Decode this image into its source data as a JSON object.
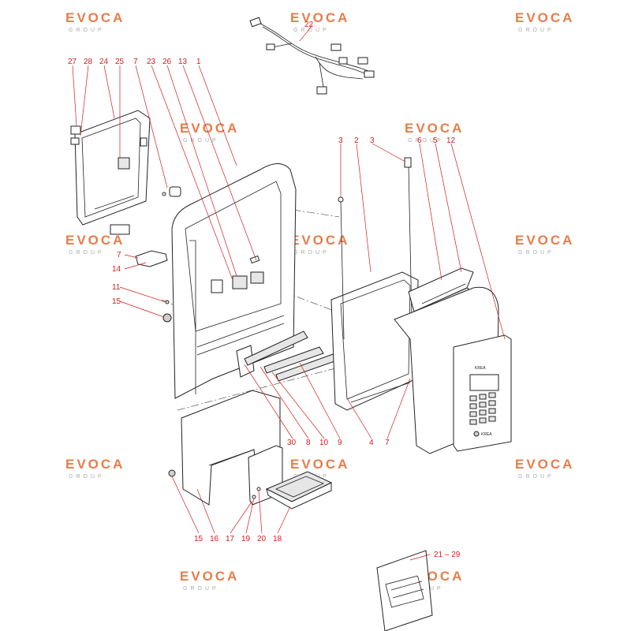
{
  "watermark": {
    "logo": "EVOCA",
    "sub": "GROUP"
  },
  "colors": {
    "watermark": "#e3672a",
    "callout": "#d0201c",
    "line": "#222222"
  },
  "panel_text": {
    "brand": "KREA",
    "logo": "KREA"
  },
  "callouts": [
    {
      "id": "c27",
      "text": "27"
    },
    {
      "id": "c28",
      "text": "28"
    },
    {
      "id": "c24",
      "text": "24"
    },
    {
      "id": "c25",
      "text": "25"
    },
    {
      "id": "c7a",
      "text": "7"
    },
    {
      "id": "c23",
      "text": "23"
    },
    {
      "id": "c26",
      "text": "26"
    },
    {
      "id": "c13",
      "text": "13"
    },
    {
      "id": "c1",
      "text": "1"
    },
    {
      "id": "c22",
      "text": "22"
    },
    {
      "id": "c3a",
      "text": "3"
    },
    {
      "id": "c2",
      "text": "2"
    },
    {
      "id": "c3b",
      "text": "3"
    },
    {
      "id": "c6",
      "text": "6"
    },
    {
      "id": "c5",
      "text": "5"
    },
    {
      "id": "c12",
      "text": "12"
    },
    {
      "id": "c7b",
      "text": "7"
    },
    {
      "id": "c14",
      "text": "14"
    },
    {
      "id": "c11",
      "text": "11"
    },
    {
      "id": "c15a",
      "text": "15"
    },
    {
      "id": "c30",
      "text": "30"
    },
    {
      "id": "c8",
      "text": "8"
    },
    {
      "id": "c10",
      "text": "10"
    },
    {
      "id": "c9",
      "text": "9"
    },
    {
      "id": "c4",
      "text": "4"
    },
    {
      "id": "c7c",
      "text": "7"
    },
    {
      "id": "c15b",
      "text": "15"
    },
    {
      "id": "c16",
      "text": "16"
    },
    {
      "id": "c17",
      "text": "17"
    },
    {
      "id": "c19",
      "text": "19"
    },
    {
      "id": "c20",
      "text": "20"
    },
    {
      "id": "c18",
      "text": "18"
    },
    {
      "id": "c21",
      "text": "21 – 29"
    }
  ]
}
